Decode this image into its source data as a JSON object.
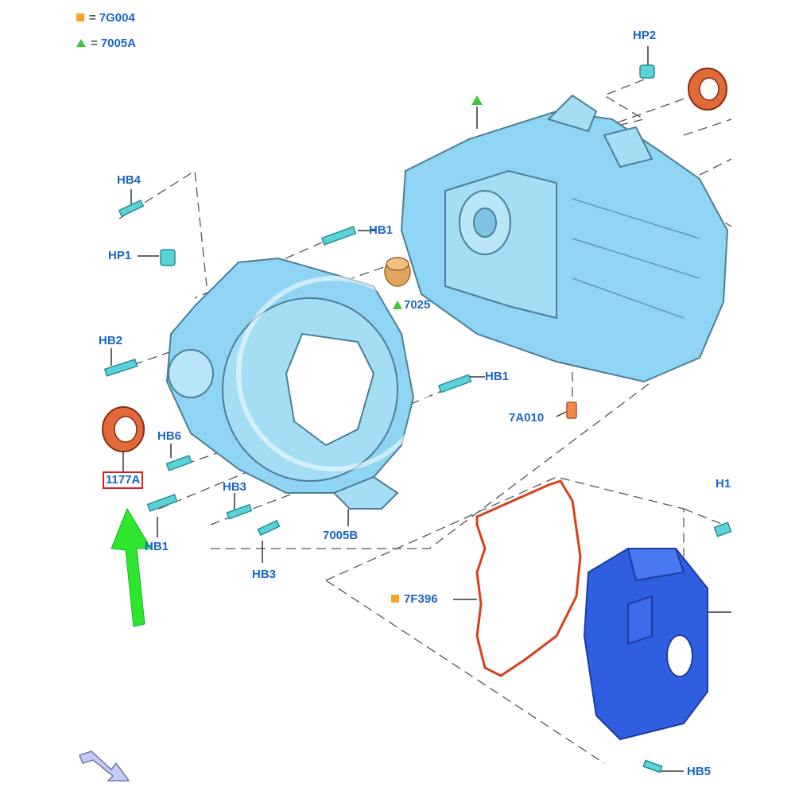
{
  "legend": [
    {
      "marker": "square",
      "color": "#f5a623",
      "symbol": "=",
      "code": "7G004"
    },
    {
      "marker": "triangle",
      "color": "#3cc83c",
      "symbol": "=",
      "code": "7005A"
    }
  ],
  "callouts": {
    "hp2": "HP2",
    "hb4": "HB4",
    "hb1_upper": "HB1",
    "hp1": "HP1",
    "part_7025": "7025",
    "hb2": "HB2",
    "hb1_right": "HB1",
    "hb6": "HB6",
    "part_1177a": "1177A",
    "part_7a010": "7A010",
    "hb3_upper": "HB3",
    "hb1_lower": "HB1",
    "part_7005b": "7005B",
    "hb3_lower": "HB3",
    "part_7f396": "7F396",
    "h1_partial": "H1",
    "hb5": "HB5"
  },
  "highlight_color": "#e01b1b",
  "arrow_color": "#2ee62e",
  "housing_color": "#8fd4f2",
  "pan_color": "#2f5fe0",
  "gasket_color": "#d9401a"
}
